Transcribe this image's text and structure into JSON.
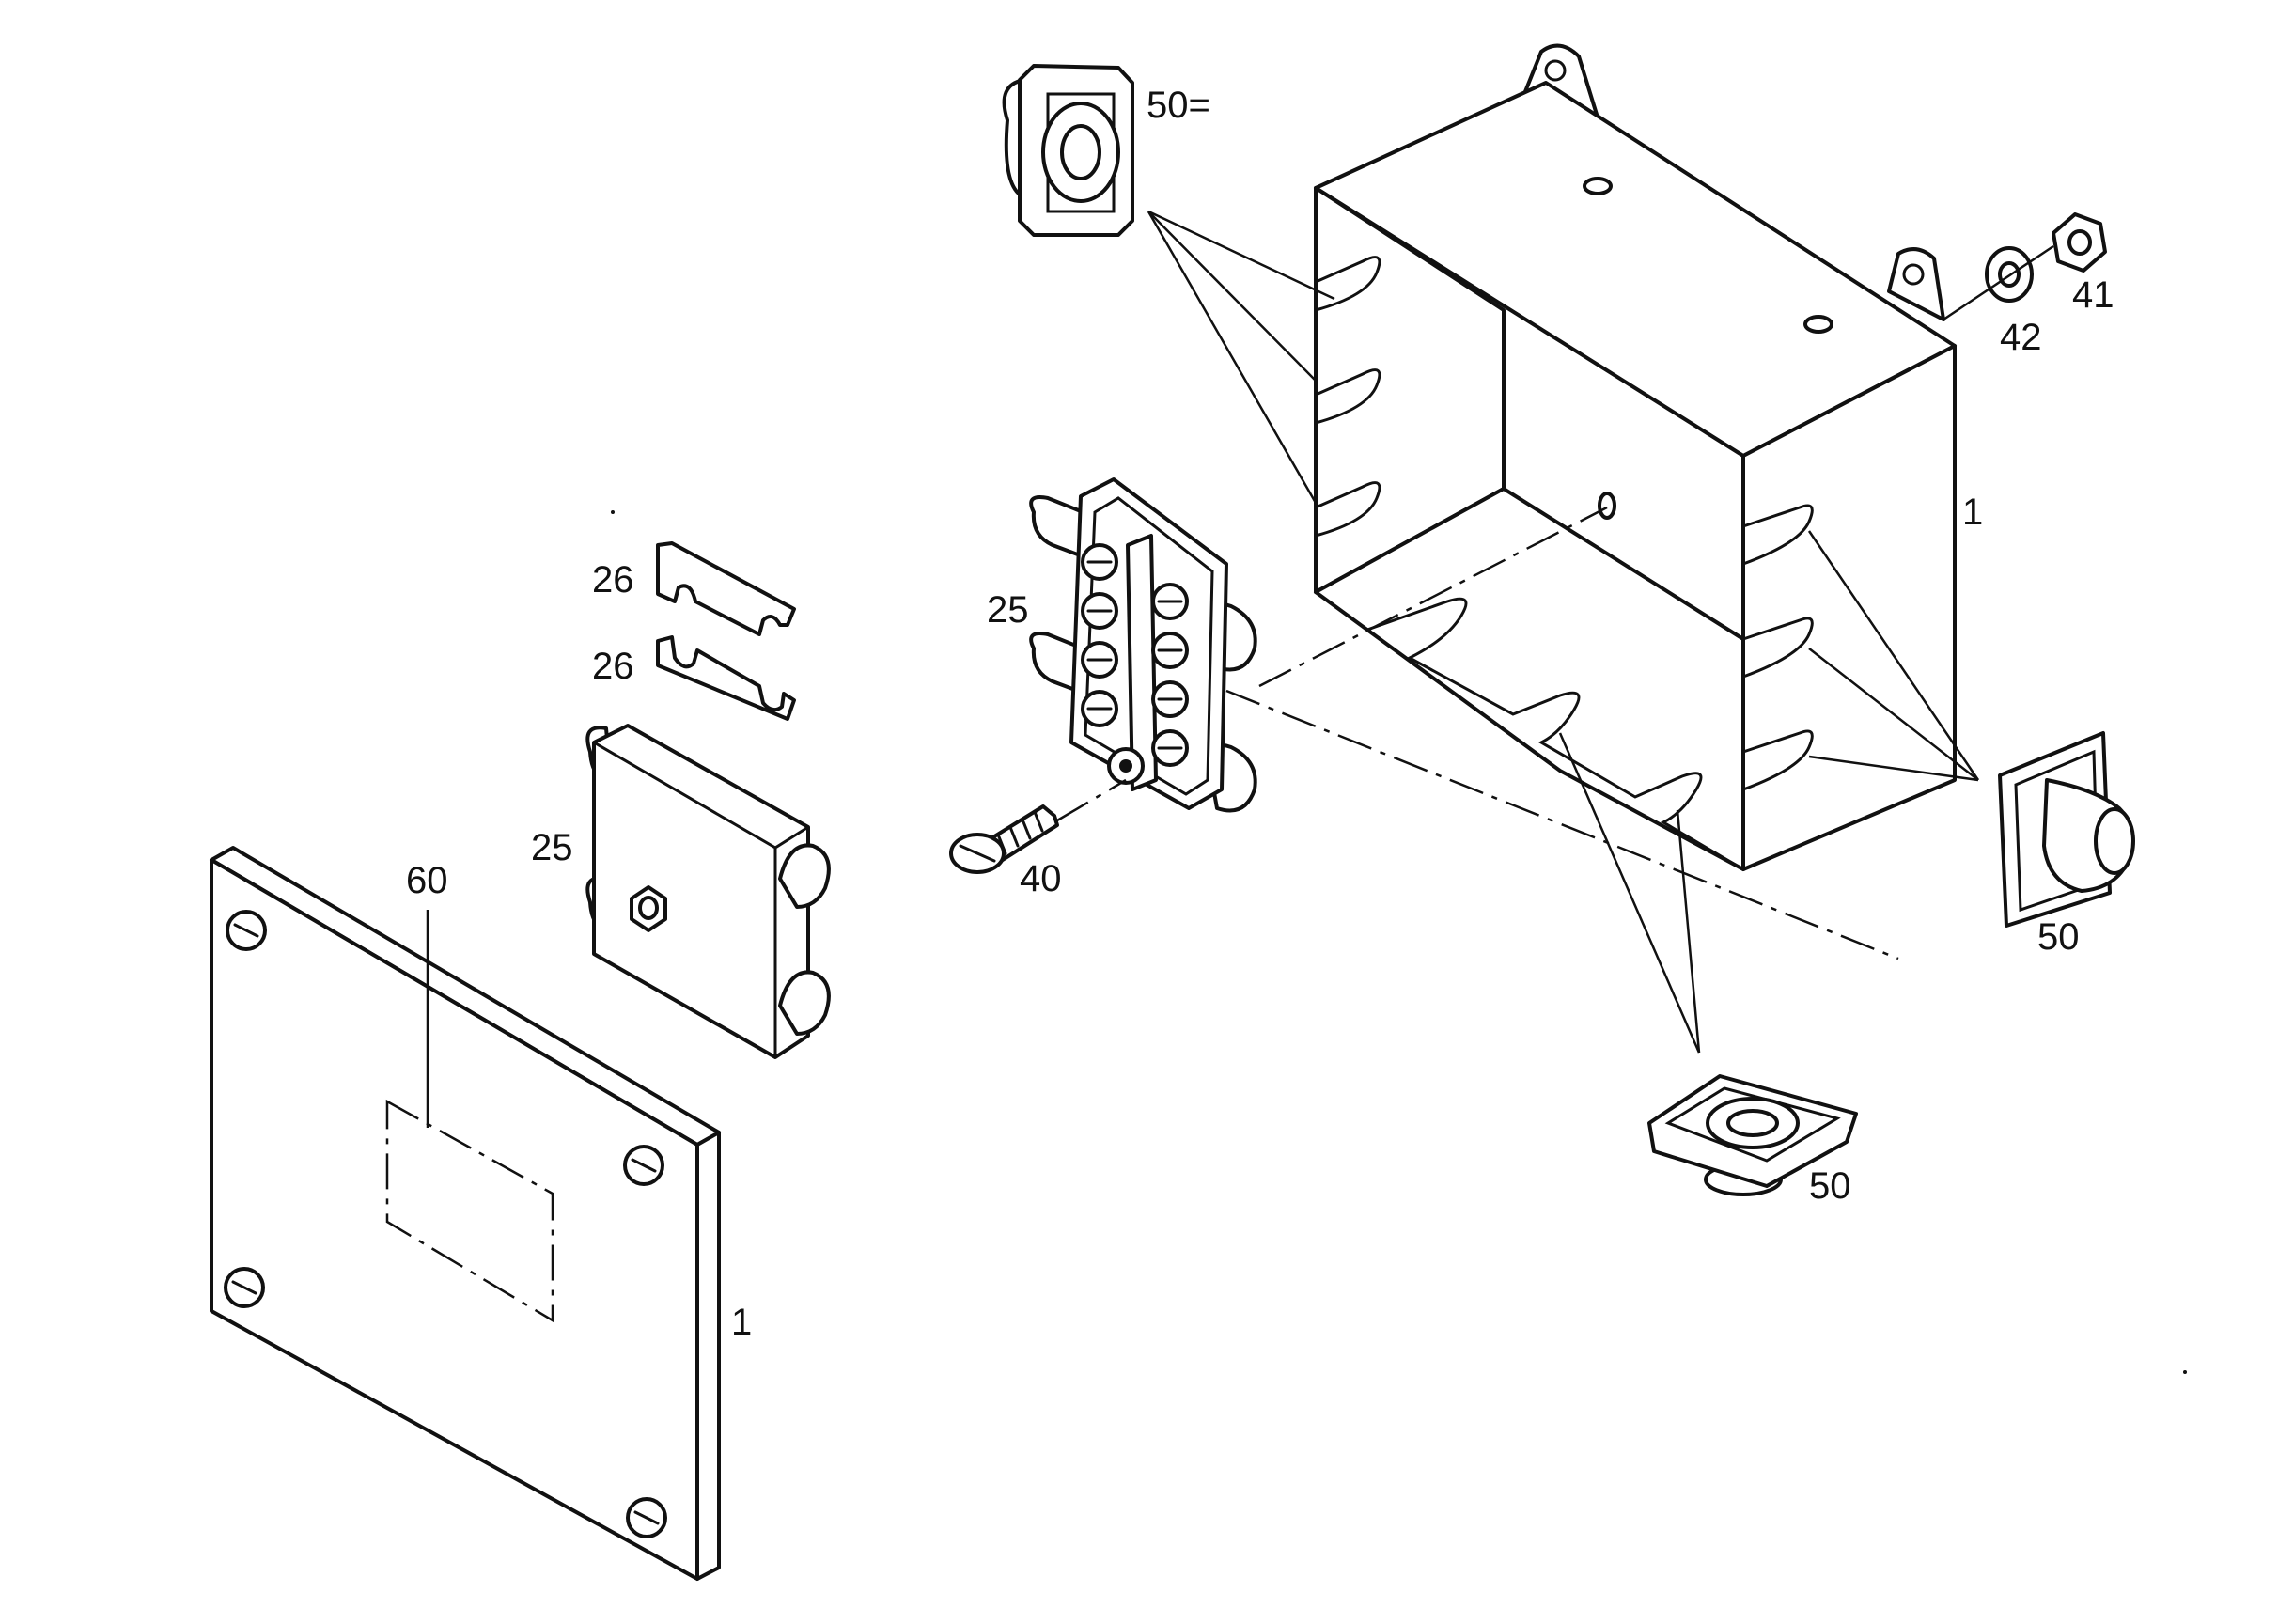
{
  "callouts": {
    "grommet_top": "50=",
    "box_right": "1",
    "washer": "42",
    "nut": "41",
    "strip_upper": "26",
    "strip_lower": "26",
    "block_open": "25",
    "cover_block": "25",
    "screw": "40",
    "label_area": "60",
    "cover": "1",
    "grommet_right": "50",
    "grommet_bottom": "50"
  }
}
